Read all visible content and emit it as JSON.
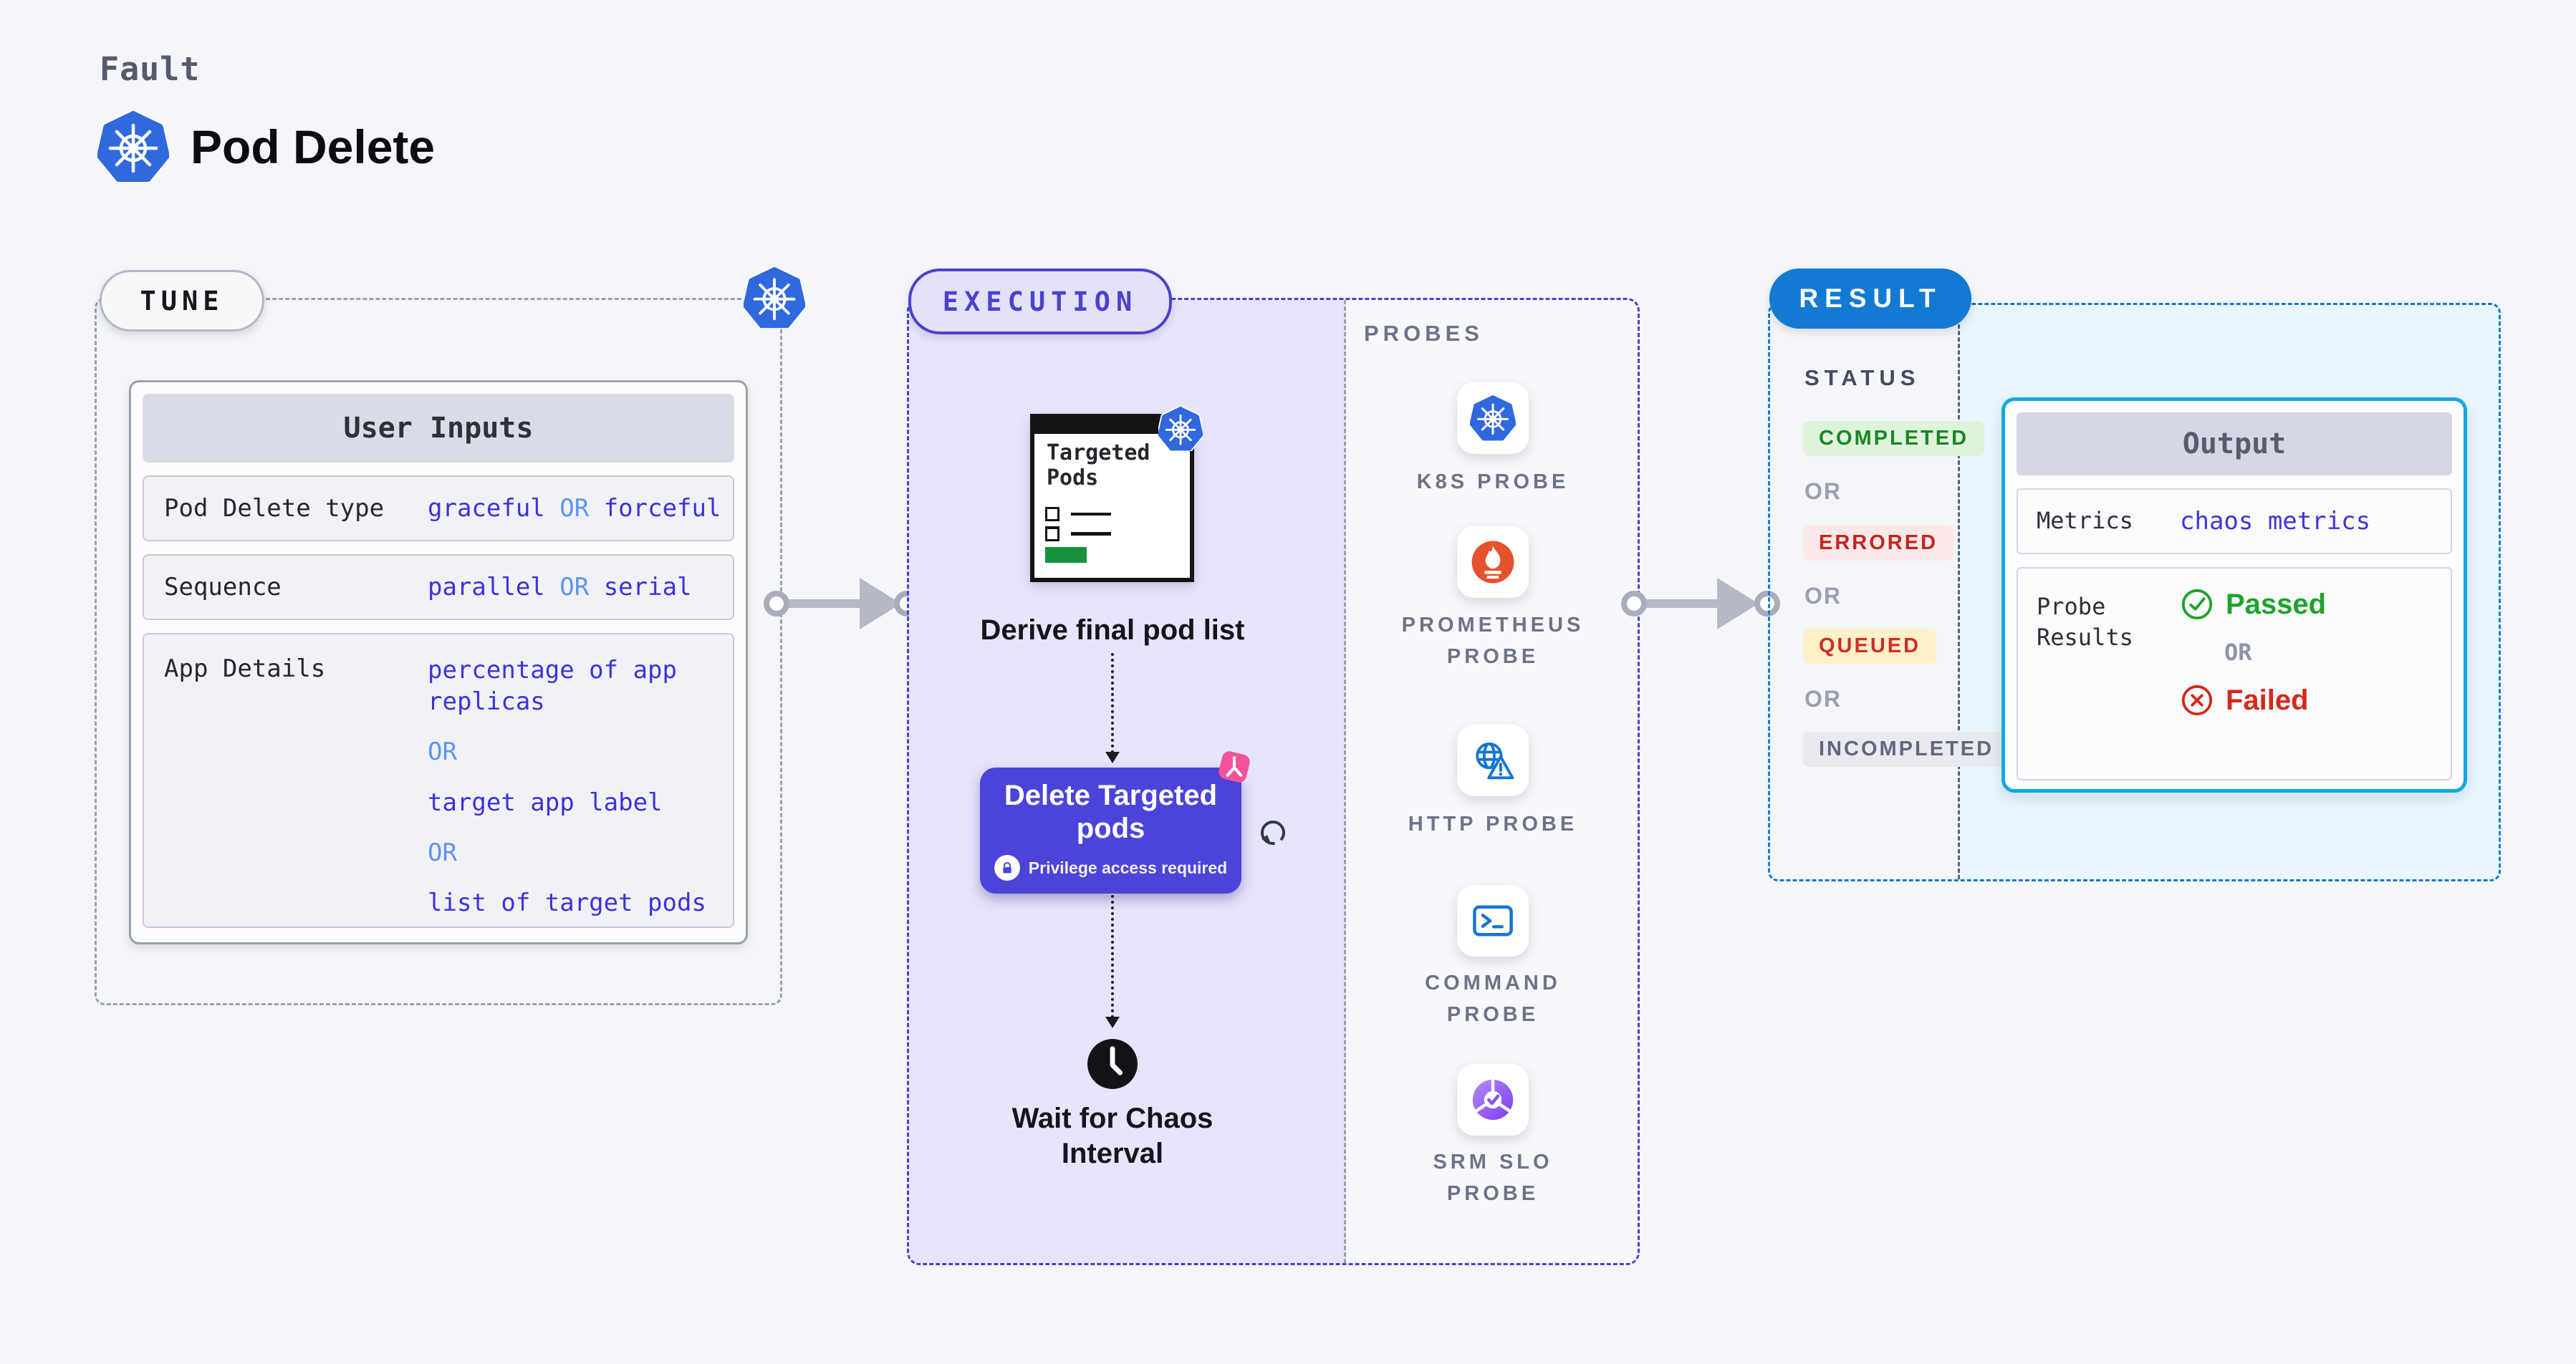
{
  "header": {
    "eyebrow": "Fault",
    "title": "Pod Delete",
    "title_icon": "kubernetes-icon"
  },
  "tune": {
    "badge": "TUNE",
    "corner_icon": "kubernetes-icon",
    "user_inputs": {
      "title": "User Inputs",
      "rows": [
        {
          "label": "Pod Delete type",
          "options": [
            "graceful",
            "forceful"
          ],
          "separator": "OR"
        },
        {
          "label": "Sequence",
          "options": [
            "parallel",
            "serial"
          ],
          "separator": "OR"
        },
        {
          "label": "App Details",
          "options": [
            "percentage of app replicas",
            "target app label",
            "list of target pods"
          ],
          "separator": "OR"
        }
      ]
    }
  },
  "execution": {
    "badge": "EXECUTION",
    "flow": {
      "targeted_pods_card": {
        "title": "Targeted Pods",
        "icon": "kubernetes-icon"
      },
      "derive_label": "Derive final pod list",
      "delete_card": {
        "title": "Delete Targeted pods",
        "note": "Privilege access required",
        "lock_icon": "lock-icon",
        "corner_icon": "chaos-icon",
        "side_icon": "retry-loop-icon"
      },
      "clock_icon": "clock-icon",
      "wait_label": "Wait for Chaos Interval"
    },
    "probes": {
      "title": "PROBES",
      "items": [
        {
          "label": "K8S PROBE",
          "icon": "kubernetes-icon"
        },
        {
          "label": "PROMETHEUS PROBE",
          "icon": "prometheus-icon"
        },
        {
          "label": "HTTP PROBE",
          "icon": "globe-warning-icon"
        },
        {
          "label": "COMMAND PROBE",
          "icon": "terminal-icon"
        },
        {
          "label": "SRM SLO PROBE",
          "icon": "slo-check-donut-icon"
        }
      ]
    }
  },
  "result": {
    "badge": "RESULT",
    "status": {
      "title": "STATUS",
      "badges": [
        "COMPLETED",
        "ERRORED",
        "QUEUED",
        "INCOMPLETED"
      ],
      "separator": "OR"
    },
    "output": {
      "title": "Output",
      "metrics_label": "Metrics",
      "metrics_value": "chaos metrics",
      "probe_results_label": "Probe Results",
      "passed": "Passed",
      "separator": "OR",
      "failed": "Failed"
    }
  },
  "colors": {
    "page_bg": "#f4f6f9",
    "indigo_accent": "#4b42cd",
    "execution_fill": "#e7e5fb",
    "delete_card_bg": "#4c43d9",
    "kubernetes_blue": "#3069de",
    "prometheus_orange": "#e6522c",
    "probe_icon_blue": "#1476d1",
    "srm_purple": "#7c3bec",
    "chaos_pink": "#f2539b",
    "result_blue": "#127ad3",
    "output_border_cyan": "#16a7e1",
    "output_panel_bg": "#e9f6fd",
    "value_blue": "#4033db",
    "or_light_blue": "#5d94f2",
    "passed_green": "#1ea32b",
    "failed_red": "#d6281a",
    "completed_badge_bg": "#def3dc",
    "completed_badge_text": "#1c8524",
    "errored_badge_bg": "#fbe9e9",
    "errored_badge_text": "#c62420",
    "queued_badge_bg": "#fdf1c9",
    "queued_badge_text": "#d02d27",
    "incompleted_badge_bg": "#e9eaf0",
    "incompleted_badge_text": "#62687c",
    "arrow_gray": "#b5b9c6",
    "targeted_pods_green": "#16913f"
  }
}
